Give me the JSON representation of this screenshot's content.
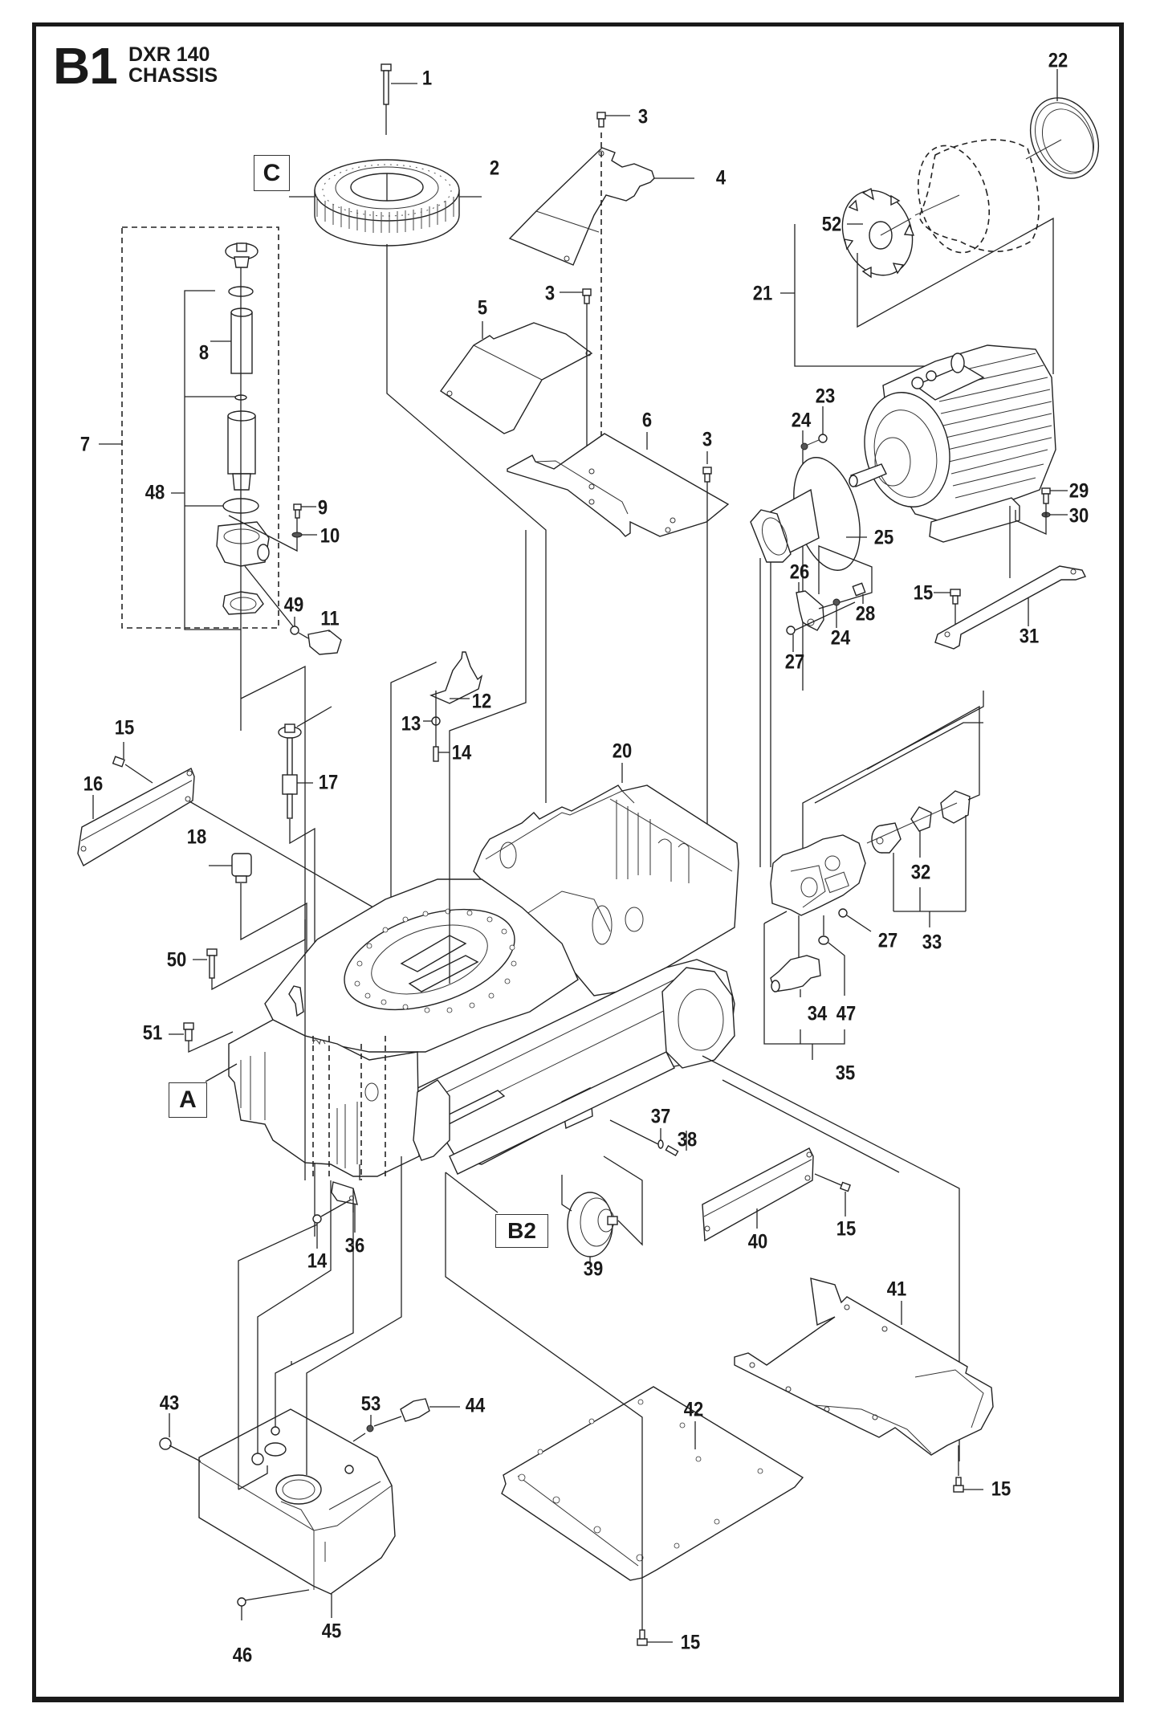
{
  "header": {
    "section_code": "B1",
    "model": "DXR 140",
    "section_name": "CHASSIS"
  },
  "reference_boxes": [
    {
      "id": "C",
      "label": "C"
    },
    {
      "id": "A",
      "label": "A"
    },
    {
      "id": "B2",
      "label": "B2"
    }
  ],
  "callouts": [
    {
      "number": "1"
    },
    {
      "number": "2"
    },
    {
      "number": "3"
    },
    {
      "number": "4"
    },
    {
      "number": "22"
    },
    {
      "number": "52"
    },
    {
      "number": "21"
    },
    {
      "number": "5"
    },
    {
      "number": "3"
    },
    {
      "number": "8"
    },
    {
      "number": "6"
    },
    {
      "number": "3"
    },
    {
      "number": "23"
    },
    {
      "number": "24"
    },
    {
      "number": "7"
    },
    {
      "number": "48"
    },
    {
      "number": "9"
    },
    {
      "number": "10"
    },
    {
      "number": "29"
    },
    {
      "number": "30"
    },
    {
      "number": "25"
    },
    {
      "number": "26"
    },
    {
      "number": "28"
    },
    {
      "number": "24"
    },
    {
      "number": "15"
    },
    {
      "number": "31"
    },
    {
      "number": "27"
    },
    {
      "number": "49"
    },
    {
      "number": "11"
    },
    {
      "number": "12"
    },
    {
      "number": "13"
    },
    {
      "number": "14"
    },
    {
      "number": "15"
    },
    {
      "number": "16"
    },
    {
      "number": "17"
    },
    {
      "number": "20"
    },
    {
      "number": "18"
    },
    {
      "number": "32"
    },
    {
      "number": "27"
    },
    {
      "number": "33"
    },
    {
      "number": "50"
    },
    {
      "number": "34"
    },
    {
      "number": "47"
    },
    {
      "number": "51"
    },
    {
      "number": "35"
    },
    {
      "number": "37"
    },
    {
      "number": "38"
    },
    {
      "number": "36"
    },
    {
      "number": "14"
    },
    {
      "number": "40"
    },
    {
      "number": "15"
    },
    {
      "number": "39"
    },
    {
      "number": "41"
    },
    {
      "number": "43"
    },
    {
      "number": "53"
    },
    {
      "number": "44"
    },
    {
      "number": "42"
    },
    {
      "number": "15"
    },
    {
      "number": "45"
    },
    {
      "number": "46"
    },
    {
      "number": "15"
    }
  ],
  "parts": {
    "slewing_ring": "slewing-ring",
    "filter_assembly": "hydraulic-filter",
    "motor": "electric-motor",
    "fan": "fan",
    "fan_cover": "fan-cover",
    "pump": "hydraulic-pump",
    "coupling": "coupling",
    "chassis_frame": "chassis-frame",
    "tank": "hydraulic-tank",
    "cover_plate": "cover-plate",
    "side_plate": "side-plate",
    "bottom_plate": "bottom-plate"
  }
}
